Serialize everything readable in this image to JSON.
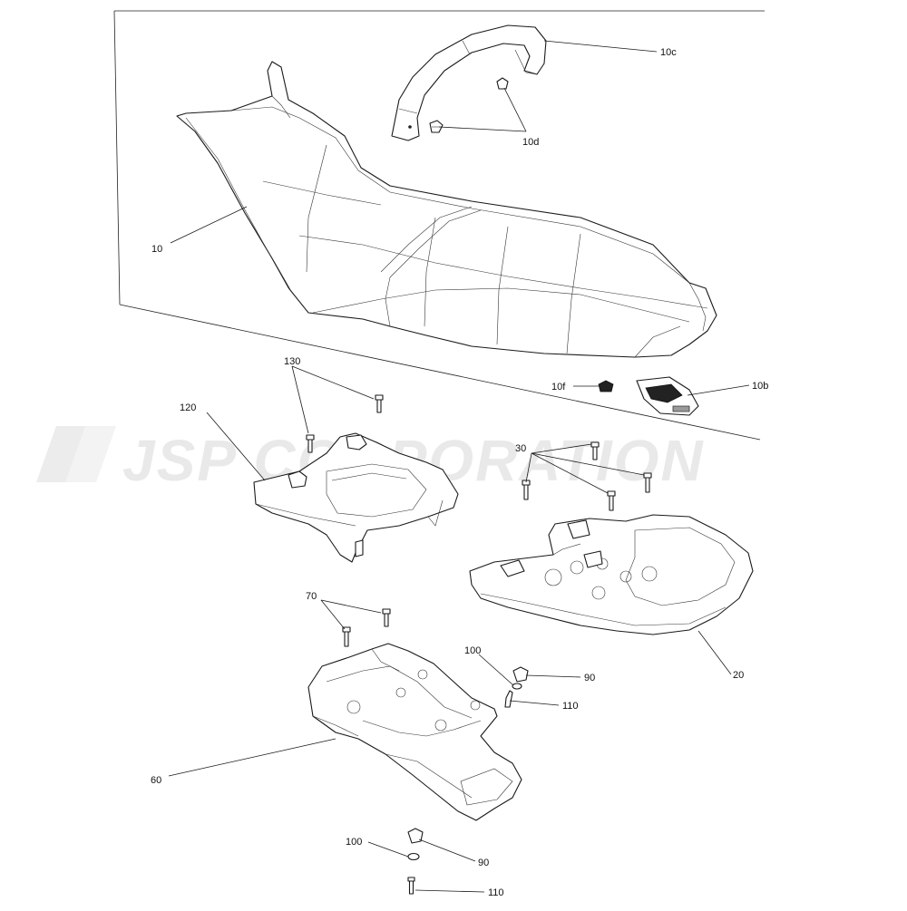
{
  "watermark": "JSP CORPORATION",
  "callouts": {
    "c10": "10",
    "c10b": "10b",
    "c10c": "10c",
    "c10d": "10d",
    "c10f": "10f",
    "c20": "20",
    "c30": "30",
    "c60": "60",
    "c70": "70",
    "c90a": "90",
    "c90b": "90",
    "c100a": "100",
    "c100b": "100",
    "c110a": "110",
    "c110b": "110",
    "c120": "120",
    "c130": "130"
  }
}
